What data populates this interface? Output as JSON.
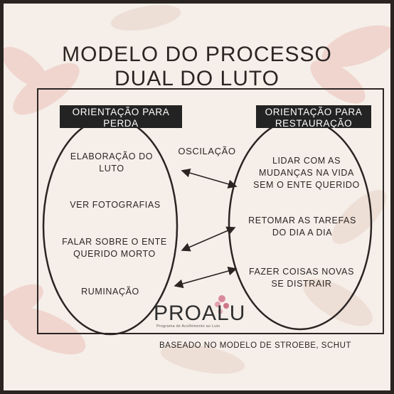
{
  "title": {
    "line1": "MODELO DO PROCESSO",
    "line2": "DUAL DO LUTO"
  },
  "left_header": {
    "line1": "ORIENTAÇÃO PARA",
    "line2": "PERDA"
  },
  "right_header": {
    "line1": "ORIENTAÇÃO PARA",
    "line2": "RESTAURAÇÃO"
  },
  "oscillation_label": "OSCILAÇÃO",
  "loss_items": [
    {
      "line1": "ELABORAÇÃO DO",
      "line2": "LUTO"
    },
    {
      "line1": "VER FOTOGRAFIAS",
      "line2": ""
    },
    {
      "line1": "FALAR SOBRE O ENTE",
      "line2": "QUERIDO MORTO"
    },
    {
      "line1": "RUMINAÇÃO",
      "line2": ""
    }
  ],
  "restoration_items": [
    {
      "line1": "LIDAR COM AS",
      "line2": "MUDANÇAS NA VIDA",
      "line3": "SEM O ENTE QUERIDO"
    },
    {
      "line1": "RETOMAR AS TAREFAS",
      "line2": "DO DIA A DIA",
      "line3": ""
    },
    {
      "line1": "FAZER COISAS NOVAS",
      "line2": "SE DISTRAIR",
      "line3": ""
    }
  ],
  "logo": {
    "name": "PROALU",
    "subtitle": "Programa de Acolhimento ao Luto"
  },
  "footer": "BASEADO NO MODELO DE STROEBE, SCHUT",
  "colors": {
    "background": "#f6efe9",
    "ink": "#2b2523",
    "header_fill": "#232323",
    "petal": "#efcfc8",
    "leaf": "#ead8cf"
  }
}
